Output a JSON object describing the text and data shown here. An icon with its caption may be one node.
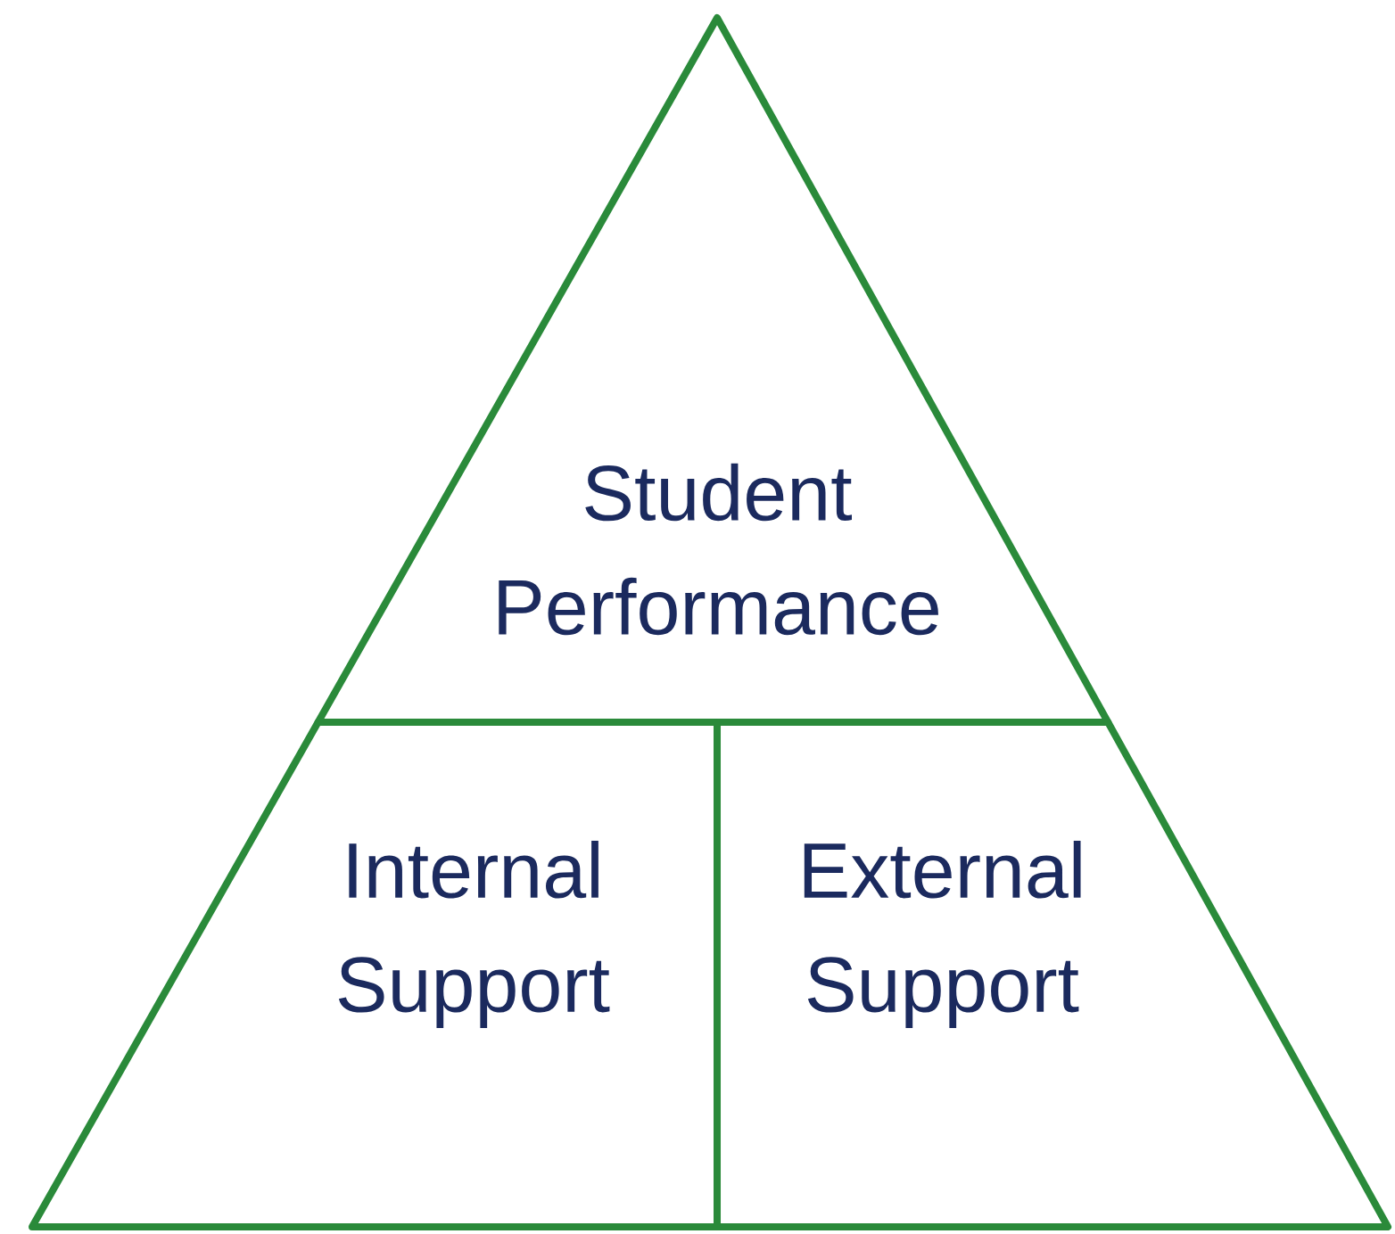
{
  "diagram": {
    "nodes": [
      {
        "text": [
          "Student Performance"
        ]
      },
      {
        "text": [
          "Internal Support"
        ]
      },
      {
        "text": [
          "External Support"
        ]
      }
    ]
  }
}
